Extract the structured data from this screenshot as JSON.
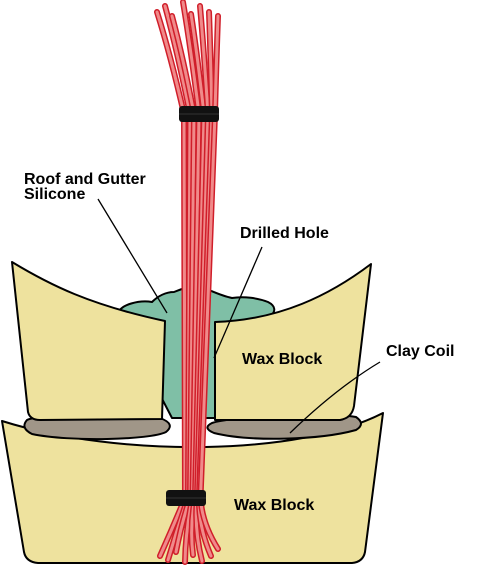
{
  "labels": {
    "silicone_line1": "Roof and Gutter",
    "silicone_line2": "Silicone",
    "drilled_hole": "Drilled Hole",
    "wax_block_top": "Wax Block",
    "clay_coil": "Clay Coil",
    "wax_block_bottom": "Wax Block"
  },
  "colors": {
    "wax": "#EEE29E",
    "silicone": "#7FBFA6",
    "clay": "#A09688",
    "wire_fill": "#F08A8A",
    "wire_edge": "#D01E2A",
    "band": "#111111",
    "outline": "#000000"
  }
}
